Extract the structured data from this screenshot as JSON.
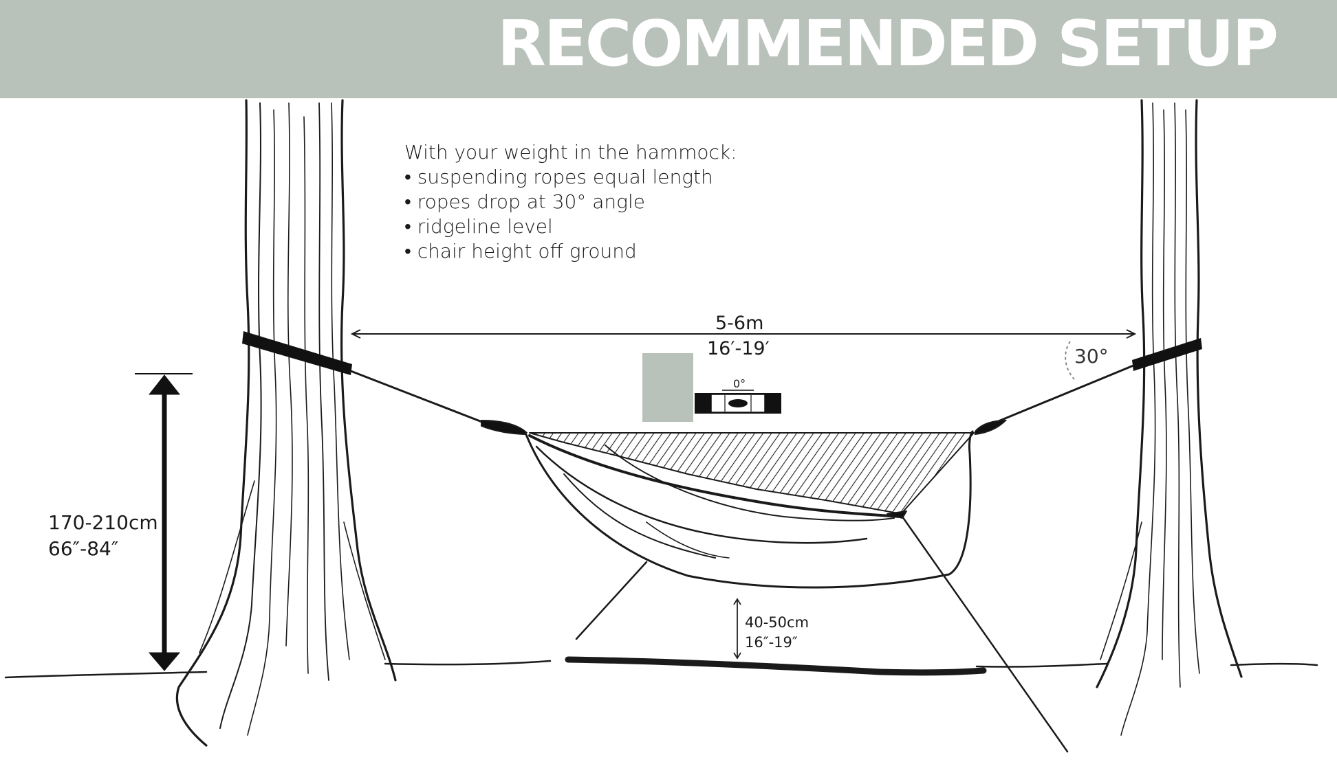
{
  "header": {
    "title": "RECOMMENDED SETUP",
    "background": "#b9c1bb",
    "title_color": "#ffffff"
  },
  "instructions": {
    "intro": "With your weight in the hammock:",
    "bullets": [
      "• suspending ropes equal length",
      "• ropes drop at 30° angle",
      "• ridgeline level",
      "• chair height off ground"
    ]
  },
  "dimensions": {
    "span_metric": "5-6m",
    "span_imperial": "16′-19′",
    "rope_angle": "30°",
    "level_angle": "0°",
    "strap_height_metric": "170-210cm",
    "strap_height_imperial": "66″-84″",
    "chair_height_metric": "40-50cm",
    "chair_height_imperial": "16″-19″"
  },
  "colors": {
    "ink": "#1a1a1a",
    "grey_box": "#b9c1bb"
  },
  "icons": [
    "tree-trunk-left",
    "tree-trunk-right",
    "tree-strap",
    "hammock",
    "bubble-level",
    "arrow-double"
  ]
}
